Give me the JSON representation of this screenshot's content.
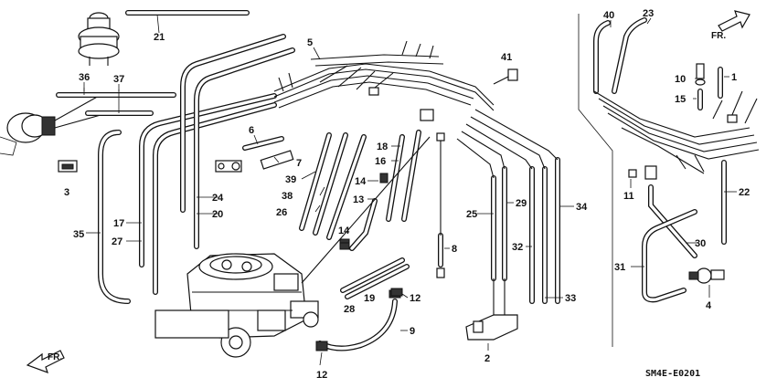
{
  "diagram": {
    "code": "SM4E-E0201",
    "direction_label_left": "FR.",
    "direction_label_right": "FR.",
    "callouts": {
      "c1": "1",
      "c2": "2",
      "c3": "3",
      "c4": "4",
      "c5": "5",
      "c6": "6",
      "c7": "7",
      "c8": "8",
      "c9": "9",
      "c10": "10",
      "c11": "11",
      "c12a": "12",
      "c12b": "12",
      "c13": "13",
      "c14a": "14",
      "c14b": "14",
      "c15": "15",
      "c16": "16",
      "c17": "17",
      "c18": "18",
      "c19": "19",
      "c20": "20",
      "c21": "21",
      "c22": "22",
      "c23": "23",
      "c24": "24",
      "c25": "25",
      "c26": "26",
      "c27": "27",
      "c28": "28",
      "c29": "29",
      "c30": "30",
      "c31": "31",
      "c32": "32",
      "c33": "33",
      "c34": "34",
      "c35": "35",
      "c36": "36",
      "c37": "37",
      "c38": "38",
      "c39": "39",
      "c40": "40",
      "c41": "41"
    }
  }
}
